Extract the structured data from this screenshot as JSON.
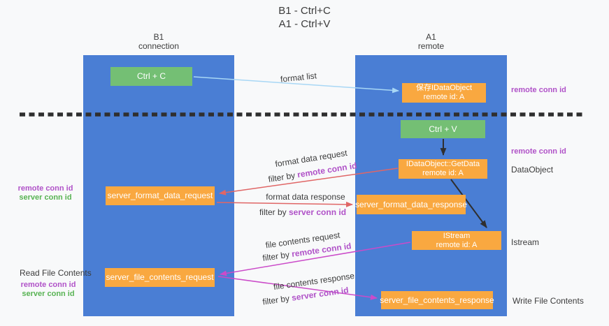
{
  "title": {
    "line1": "B1 - Ctrl+C",
    "line2": "A1 - Ctrl+V"
  },
  "columns": {
    "left": {
      "name": "B1",
      "role": "connection"
    },
    "right": {
      "name": "A1",
      "role": "remote"
    }
  },
  "nodes": {
    "ctrl_c": {
      "label": "Ctrl + C"
    },
    "ctrl_v": {
      "label": "Ctrl + V"
    },
    "store_idataobject": {
      "line1": "保存IDataObject",
      "line2": "remote id: A"
    },
    "getdata": {
      "line1": "IDataObject::GetData",
      "line2": "remote id: A"
    },
    "istream": {
      "line1": "IStream",
      "line2": "remote id: A"
    },
    "format_request": {
      "label": "server_format_data_request"
    },
    "format_response": {
      "label": "server_format_data_response"
    },
    "file_request": {
      "label": "server_file_contents_request"
    },
    "file_response": {
      "label": "server_file_contents_response"
    }
  },
  "flow_labels": {
    "format_list": "format list",
    "format_data_request": "format data request",
    "format_data_response": "format data response",
    "file_contents_request": "file contents request",
    "file_contents_response": "file contents response",
    "filter_by": "filter by ",
    "remote_conn_id": "remote conn id",
    "server_conn_id": "server conn id"
  },
  "side_labels": {
    "remote_conn_id": "remote conn id",
    "server_conn_id": "server conn id",
    "dataobject": "DataObject",
    "istream": "Istream",
    "read_file_contents": "Read File Contents",
    "write_file_contents": "Write File Contents"
  },
  "colors": {
    "bg": "#f8f9fa",
    "blue": "#4a7ed4",
    "green": "#74bf74",
    "orange": "#f9a840",
    "dark_text": "#3c3c3c",
    "purple": "#b052c8",
    "green_text": "#58b353",
    "arrow_lightblue": "#a8d7f5",
    "arrow_red": "#e06666",
    "arrow_magenta": "#cb4bc9",
    "arrow_black": "#2f2f2f"
  }
}
